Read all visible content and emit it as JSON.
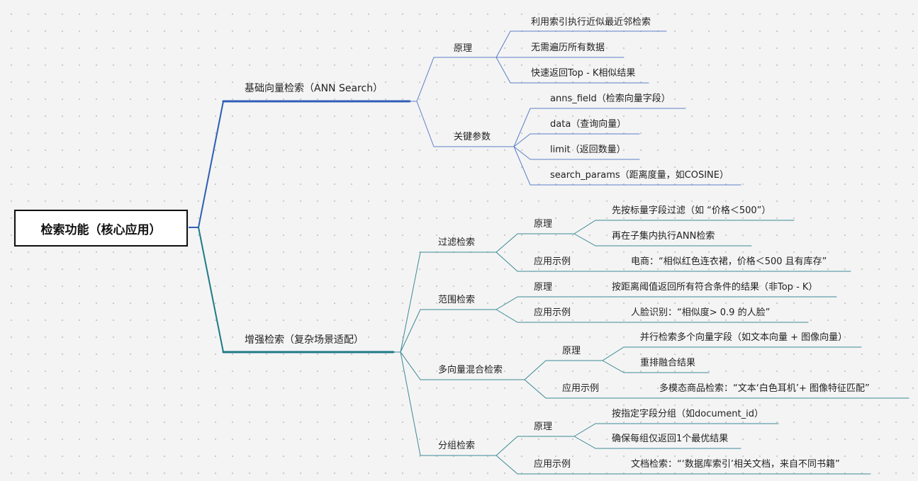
{
  "root": {
    "label": "检索功能（核心应用）"
  },
  "colors": {
    "blue_branch": "#2f5db7",
    "teal_branch": "#1f7a87",
    "blue_line": "#5b7fc7",
    "teal_line": "#3b8a96"
  },
  "branches": {
    "basic": {
      "label": "基础向量检索（ANN Search）",
      "principle": {
        "label": "原理",
        "items": [
          "利用索引执行近似最近邻检索",
          "无需遍历所有数据",
          "快速返回Top - K相似结果"
        ]
      },
      "params": {
        "label": "关键参数",
        "items": [
          "anns_field（检索向量字段）",
          "data（查询向量）",
          "limit（返回数量）",
          "search_params（距离度量，如COSINE）"
        ]
      }
    },
    "enhanced": {
      "label": "增强检索（复杂场景适配）",
      "filter": {
        "label": "过滤检索",
        "principle_label": "原理",
        "principle_items": [
          "先按标量字段过滤（如 “价格＜500”）",
          "再在子集内执行ANN检索"
        ],
        "example_label": "应用示例",
        "example": "电商：“相似红色连衣裙，价格＜500 且有库存”"
      },
      "range": {
        "label": "范围检索",
        "principle_label": "原理",
        "principle": "按距离阈值返回所有符合条件的结果（非Top - K）",
        "example_label": "应用示例",
        "example": "人脸识别：“相似度> 0.9 的人脸”"
      },
      "multi": {
        "label": "多向量混合检索",
        "principle_label": "原理",
        "principle_items": [
          "并行检索多个向量字段（如文本向量 + 图像向量）",
          "重排融合结果"
        ],
        "example_label": "应用示例",
        "example": "多模态商品检索：“文本‘白色耳机’+ 图像特征匹配”"
      },
      "group": {
        "label": "分组检索",
        "principle_label": "原理",
        "principle_items": [
          "按指定字段分组（如document_id）",
          "确保每组仅返回1个最优结果"
        ],
        "example_label": "应用示例",
        "example": "文档检索：“‘数据库索引’相关文档，来自不同书籍”"
      }
    }
  }
}
